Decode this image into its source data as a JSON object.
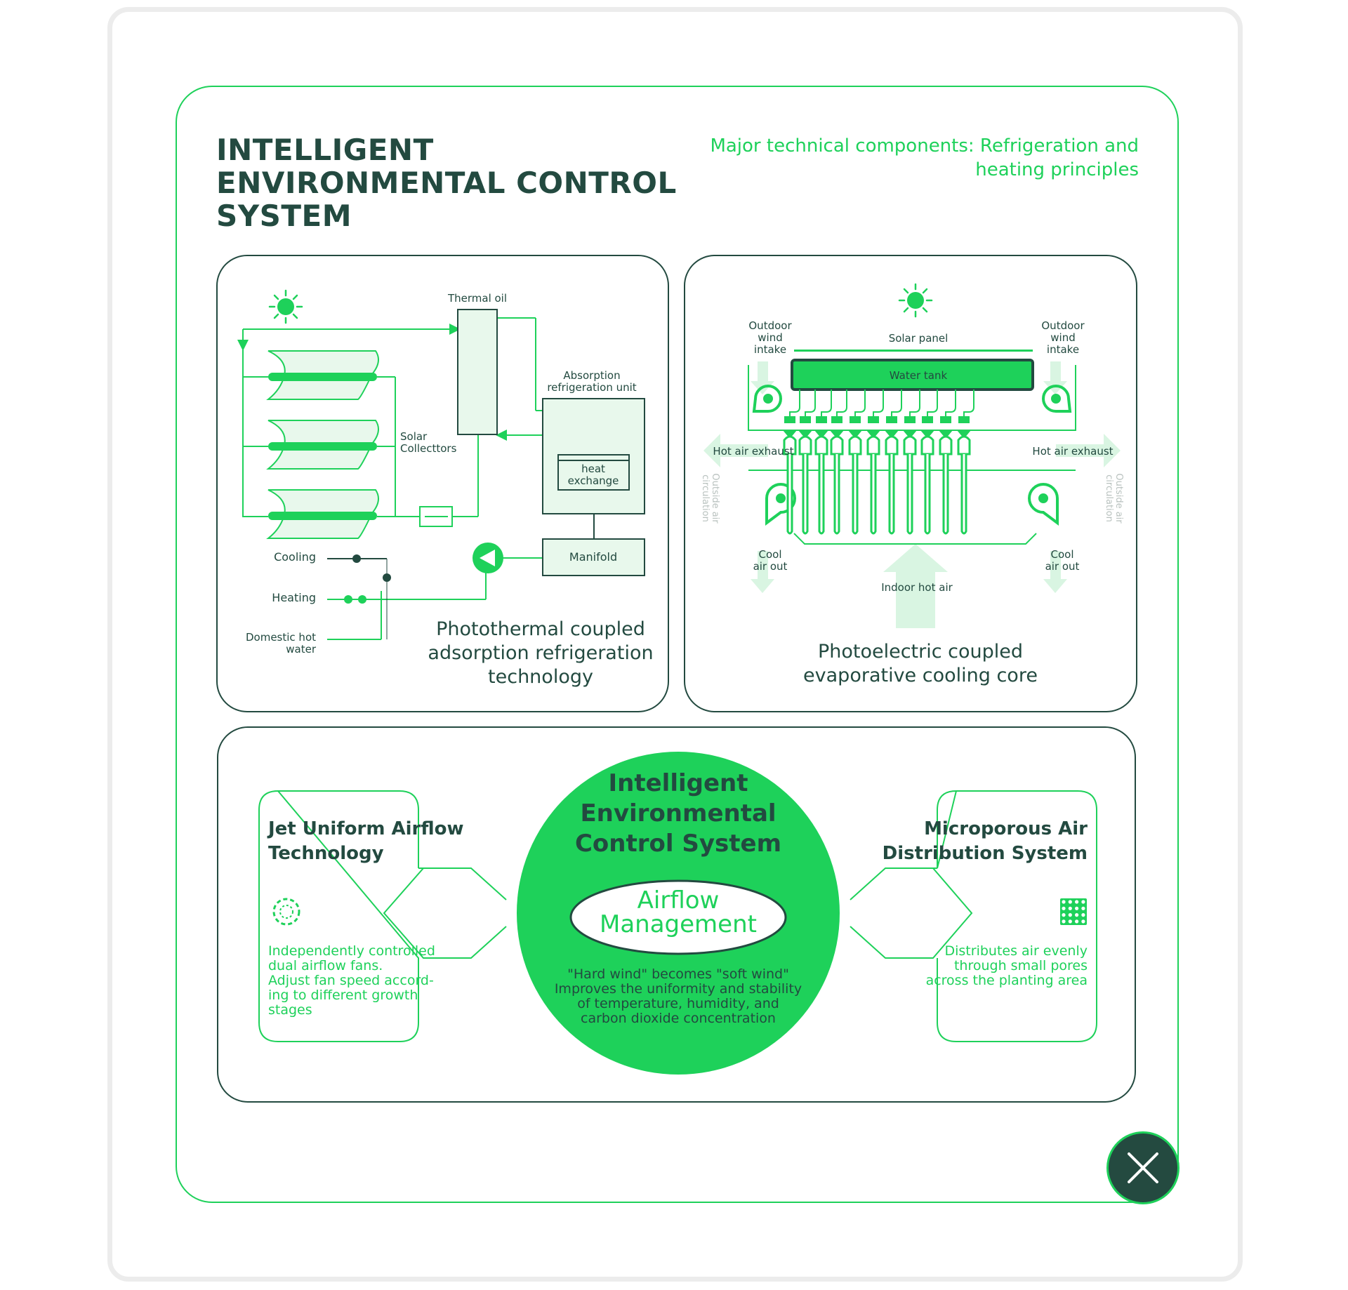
{
  "header": {
    "title": "INTELLIGENT ENVIRONMENTAL CONTROL SYSTEM",
    "subtitle": "Major technical components: Refrigeration and heating principles"
  },
  "panel_photothermal": {
    "caption_lines": [
      "Photothermal coupled",
      "adsorption refrigeration",
      "technology"
    ],
    "labels": {
      "thermal_oil": "Thermal oil",
      "absorption_line1": "Absorption",
      "absorption_line2": "refrigeration unit",
      "solar_line1": "Solar",
      "solar_line2": "Collecttors",
      "heat_line1": "heat",
      "heat_line2": "exchange",
      "manifold": "Manifold",
      "cooling": "Cooling",
      "heating": "Heating",
      "dhw_line1": "Domestic hot",
      "dhw_line2": "water"
    }
  },
  "panel_photoelectric": {
    "caption_lines": [
      "Photoelectric coupled",
      "evaporative cooling core"
    ],
    "labels": {
      "outdoor_line1": "Outdoor",
      "outdoor_line2": "wind",
      "outdoor_line3": "intake",
      "solar_panel": "Solar panel",
      "water_tank": "Water tank",
      "hot_air_exhaust": "Hot air exhaust",
      "outside_line1": "Outside air",
      "outside_line2": "circulation",
      "cool_line1": "Cool",
      "cool_line2": "air out",
      "indoor_hot_air": "Indoor hot air"
    }
  },
  "airflow": {
    "left_card": {
      "title_lines": [
        "Jet Uniform Airflow",
        "Technology"
      ],
      "desc_lines": [
        "Independently controlled",
        "dual airflow fans.",
        "Adjust fan speed accord-",
        "ing to different growth",
        "stages"
      ]
    },
    "right_card": {
      "title_lines": [
        "Microporous Air",
        "Distribution System"
      ],
      "desc_lines": [
        "Distributes air evenly",
        "through small pores",
        "across the planting area"
      ]
    },
    "center": {
      "title_lines": [
        "Intelligent",
        "Environmental",
        "Control System"
      ],
      "badge_lines": [
        "Airflow",
        "Management"
      ],
      "desc_lines": [
        "\"Hard wind\" becomes \"soft wind\"",
        "Improves the uniformity and stability",
        "of temperature, humidity, and",
        "carbon dioxide concentration"
      ]
    }
  },
  "colors": {
    "accent_green": "#1ed15a",
    "dark_teal": "#234a40",
    "light_green_fill": "#e8f8ec",
    "pale_arrow": "#d9f5e2",
    "faded_text": "#b9c2bf"
  },
  "icons": {
    "close": "close-icon",
    "sun": "sun-icon",
    "fan": "fan-ring-icon",
    "grid": "grid-icon"
  }
}
